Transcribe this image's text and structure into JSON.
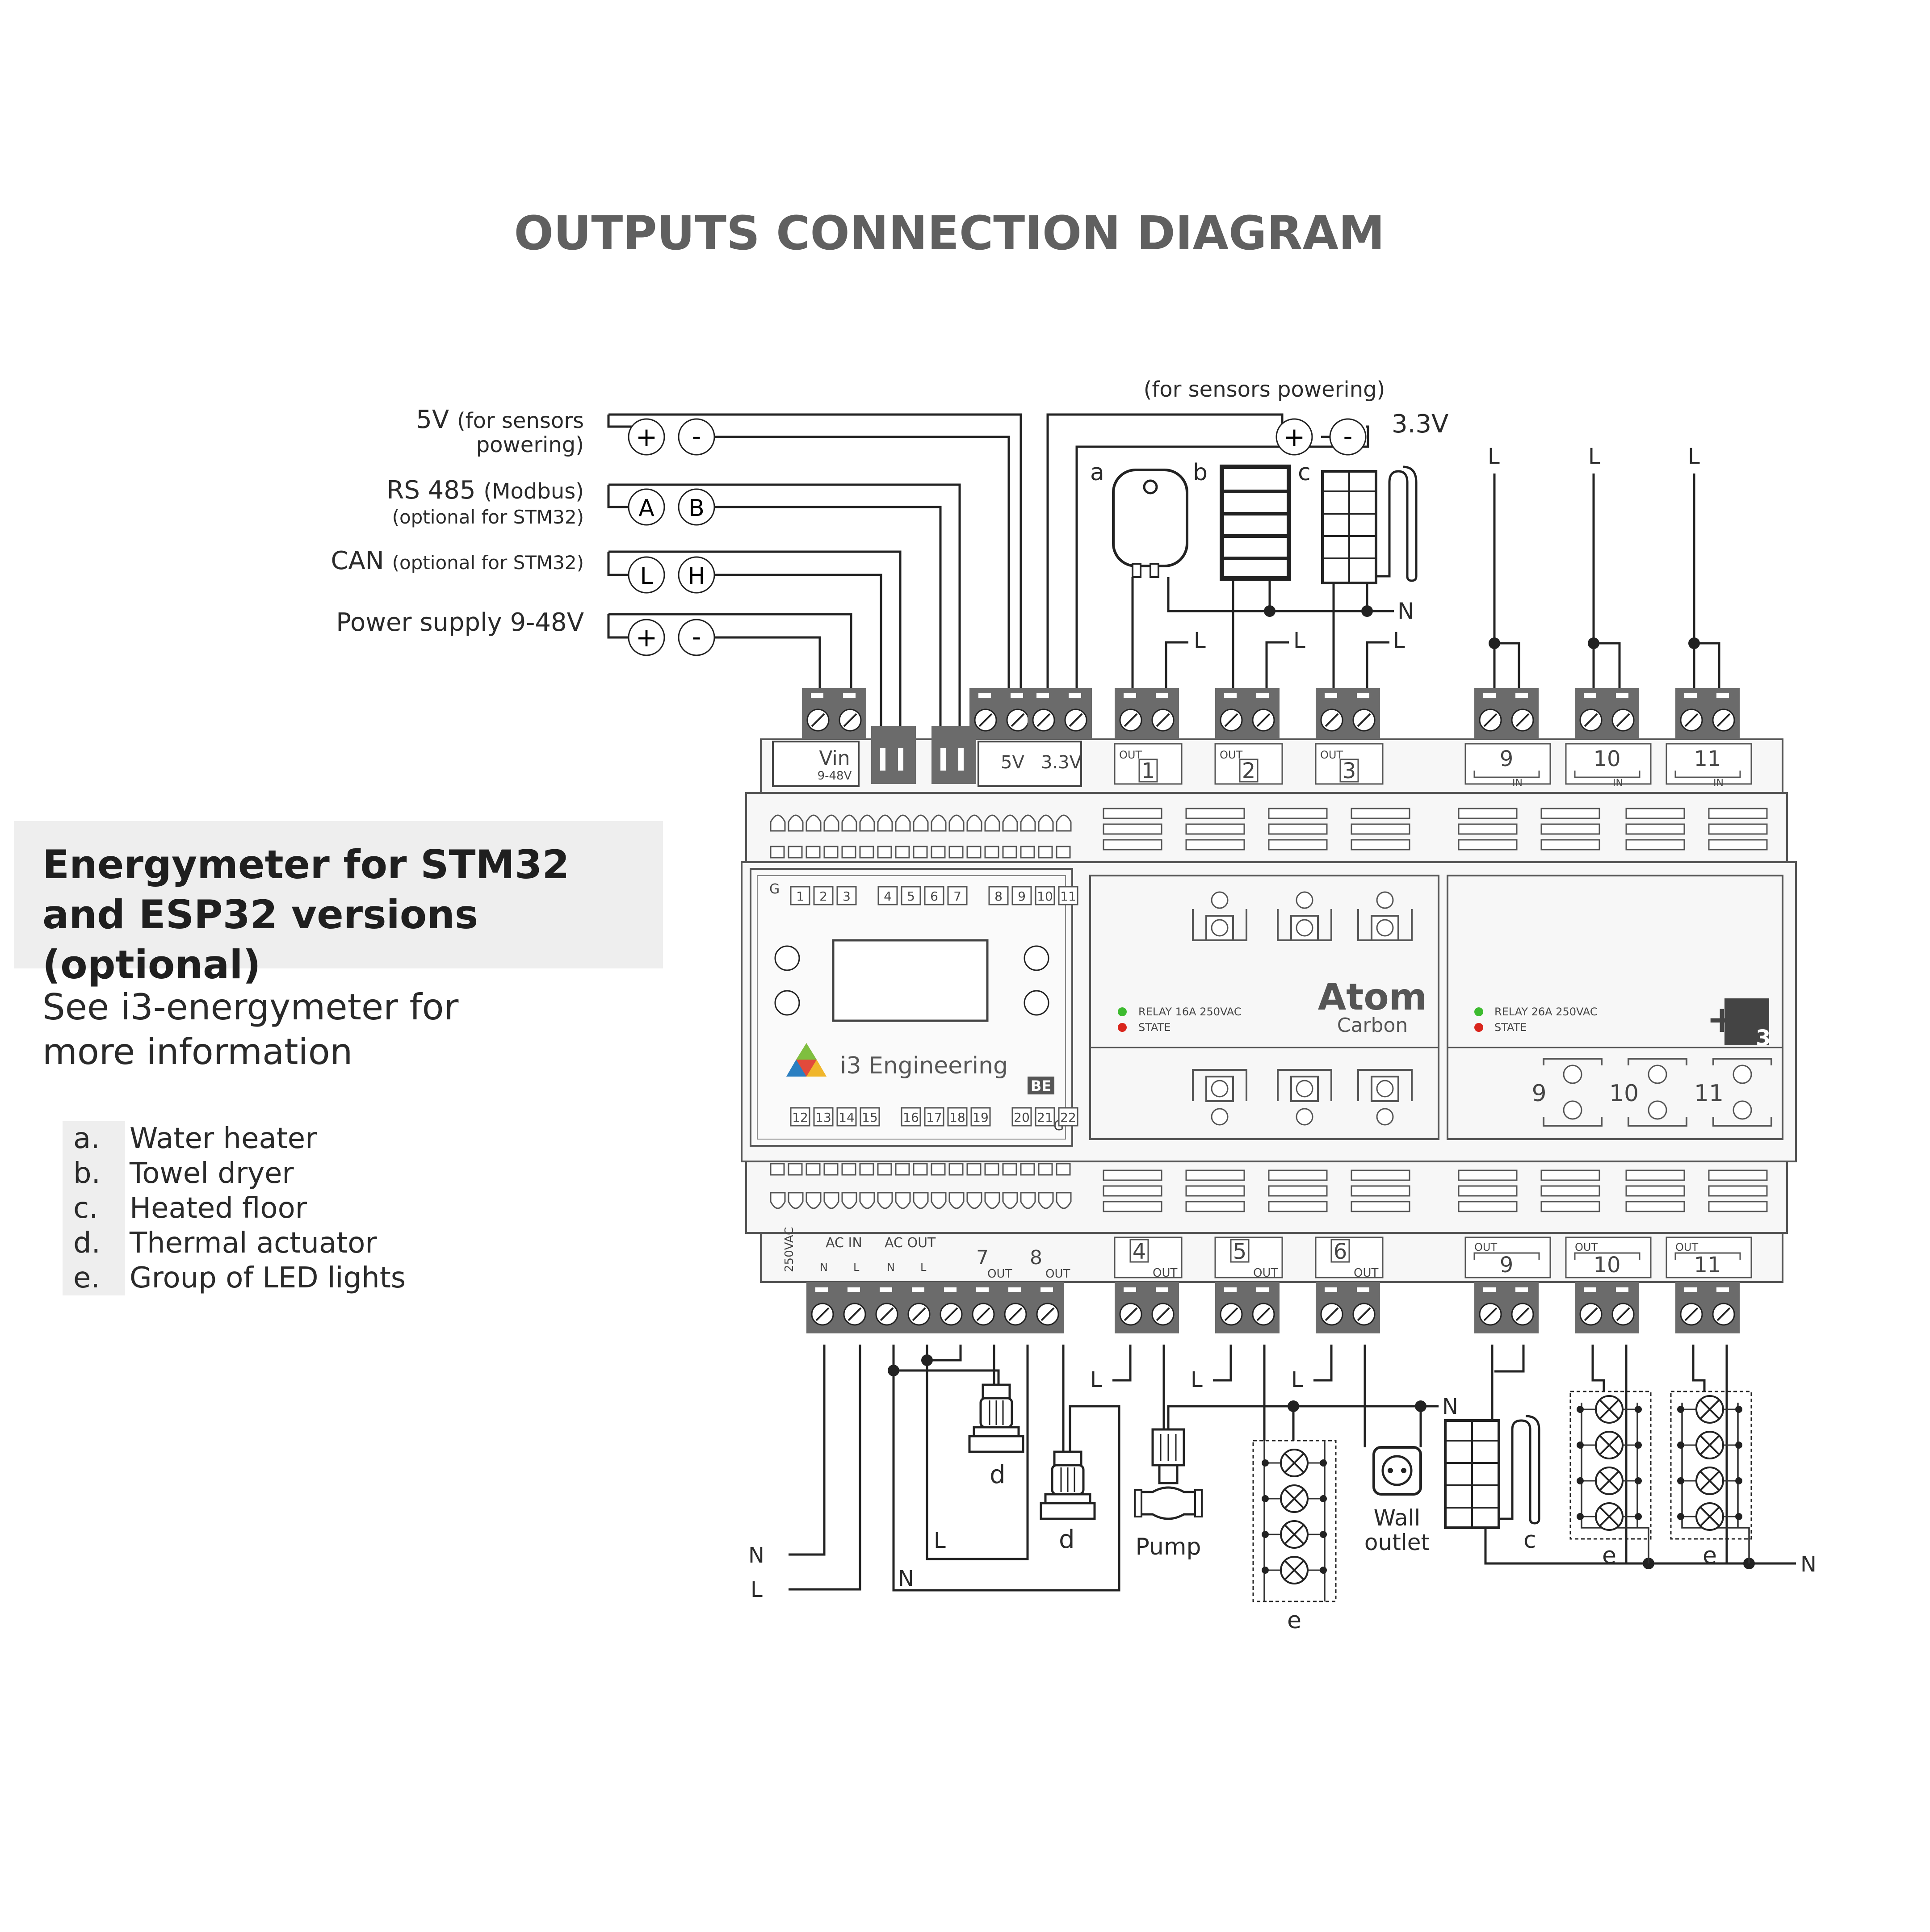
{
  "title": "OUTPUTS CONNECTION DIAGRAM",
  "info": {
    "heading_line1": "Energymeter for STM32",
    "heading_line2": "and ESP32 versions (optional)",
    "sub_line1": "See i3-energymeter for",
    "sub_line2": "more information"
  },
  "legend": [
    {
      "mark": "a.",
      "text": "Water heater"
    },
    {
      "mark": "b.",
      "text": "Towel dryer"
    },
    {
      "mark": "c.",
      "text": "Heated floor"
    },
    {
      "mark": "d.",
      "text": "Thermal actuator"
    },
    {
      "mark": "e.",
      "text": "Group of LED lights"
    }
  ],
  "inputs": {
    "v5_line1": "5V",
    "v5_line1_small": "(for sensors",
    "v5_line2": "powering)",
    "rs485": "RS 485",
    "rs485_small": "(Modbus)",
    "rs485_line2": "(optional for STM32)",
    "can": "CAN",
    "can_small": "(optional for STM32)",
    "power": "Power supply 9-48V",
    "sensors_powering": "(for sensors powering)",
    "v33": "3.3V",
    "plus": "+",
    "minus": "-",
    "A": "A",
    "B": "B",
    "L": "L",
    "H": "H"
  },
  "top_loads": {
    "a": "a",
    "b": "b",
    "c": "c",
    "N": "N",
    "L": "L"
  },
  "module": {
    "vin": "Vin",
    "vin_range": "9-48V",
    "v5": "5V",
    "v33": "3.3V",
    "out": "OUT",
    "in": "IN",
    "top_outputs": [
      "1",
      "2",
      "3"
    ],
    "top_inputs": [
      "9",
      "10",
      "11"
    ],
    "bottom_outputs": [
      "4",
      "5",
      "6"
    ],
    "bottom_r3": [
      "9",
      "10",
      "11"
    ],
    "display_top_numbers": [
      "1",
      "2",
      "3",
      "4",
      "5",
      "6",
      "7",
      "8",
      "9",
      "10",
      "11"
    ],
    "display_bottom_numbers": [
      "12",
      "13",
      "14",
      "15",
      "16",
      "17",
      "18",
      "19",
      "20",
      "21",
      "22"
    ],
    "g": "G",
    "brand": "i3 Engineering",
    "be": "BE",
    "atom": "Atom",
    "carbon": "Carbon",
    "relay16": "RELAY 16A 250VAC",
    "state": "STATE",
    "relay26": "RELAY 26A 250VAC",
    "r3": "+R",
    "r3_sub": "3",
    "r3_numbers": [
      "9",
      "10",
      "11"
    ],
    "v250": "250VAC",
    "ac_in": "AC IN",
    "ac_out": "AC OUT",
    "n": "N",
    "l": "L",
    "out7": "7",
    "out8": "8",
    "led_green": "#3dbb2f",
    "led_red": "#d9251c"
  },
  "bottom_loads": {
    "N": "N",
    "L": "L",
    "d": "d",
    "pump": "Pump",
    "wall1": "Wall",
    "wall2": "outlet",
    "e": "e",
    "c": "c"
  }
}
